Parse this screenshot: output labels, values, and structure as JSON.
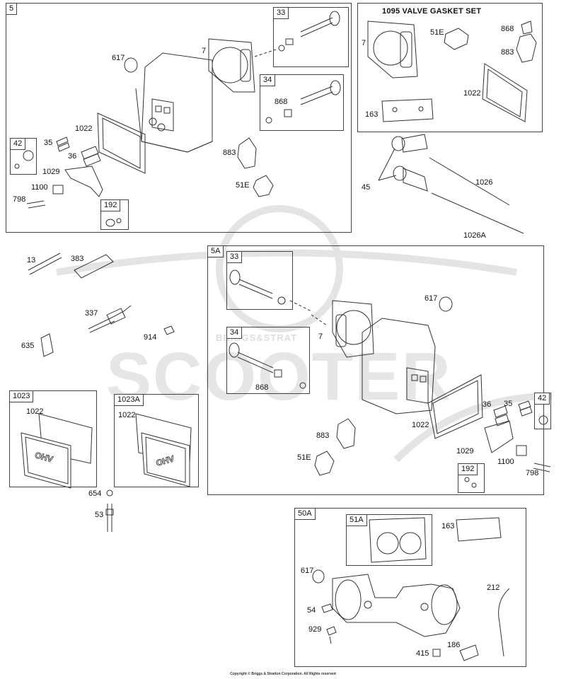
{
  "watermark": {
    "brand_line": "BRIGGS&STRAT",
    "word": "SCOOTER"
  },
  "groups": {
    "g5": "5",
    "g33a": "33",
    "g34a": "34",
    "g42a": "42",
    "g192a": "192",
    "gasket_set": "1095 VALVE GASKET SET",
    "g5a": "5A",
    "g33b": "33",
    "g34b": "34",
    "g42b": "42",
    "g192b": "192",
    "g1023": "1023",
    "g1023a": "1023A",
    "g50a": "50A",
    "g51a": "51A"
  },
  "parts": {
    "p617a": "617",
    "p7a": "7",
    "p1022a": "1022",
    "p35a": "35",
    "p36a": "36",
    "p1029a": "1029",
    "p1100a": "1100",
    "p798a": "798",
    "p868a": "868",
    "p883a": "883",
    "p51ea": "51E",
    "s7": "7",
    "s51e": "51E",
    "s868": "868",
    "s883": "883",
    "s1022": "1022",
    "s163": "163",
    "p45": "45",
    "p1026": "1026",
    "p1026a": "1026A",
    "p13": "13",
    "p383": "383",
    "p337": "337",
    "p914": "914",
    "p635": "635",
    "p617b": "617",
    "p7b": "7",
    "p868b": "868",
    "p1022b": "1022",
    "p36b": "36",
    "p35b": "35",
    "p883b": "883",
    "p51eb": "51E",
    "p1029b": "1029",
    "p1100b": "1100",
    "p798b": "798",
    "p1022c": "1022",
    "p1022d": "1022",
    "p654": "654",
    "p53": "53",
    "p163b": "163",
    "p617c": "617",
    "p212": "212",
    "p54": "54",
    "p929": "929",
    "p186": "186",
    "p415": "415"
  },
  "copyright": "Copyright © Briggs & Stratton Corporation. All Rights reserved"
}
